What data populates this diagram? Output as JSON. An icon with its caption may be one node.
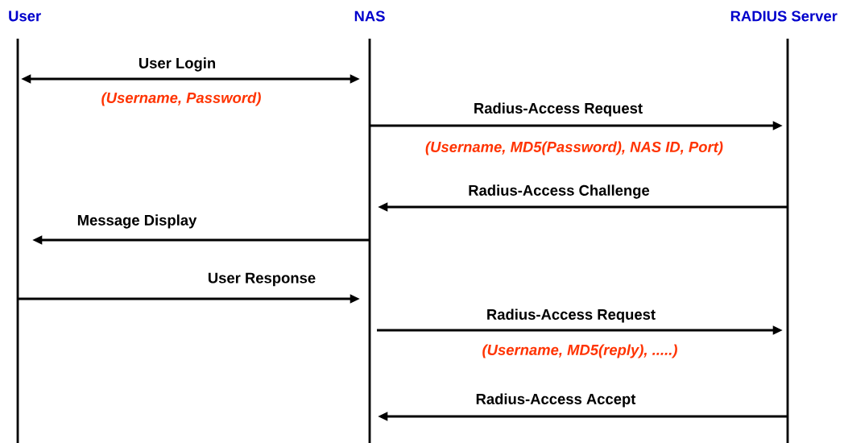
{
  "diagram": {
    "nodes": [
      {
        "text": [
          "User"
        ]
      },
      {
        "text": [
          "NAS"
        ]
      },
      {
        "text": [
          "RADIUS Server"
        ]
      }
    ],
    "edges": [
      {
        "from": 0,
        "to": 1,
        "arrow": "both",
        "label": "User Login"
      },
      {
        "from": 1,
        "to": 2,
        "arrow": "to",
        "label": "Radius-Access Request"
      },
      {
        "from": 2,
        "to": 1,
        "arrow": "to",
        "label": "Radius-Access Challenge"
      },
      {
        "from": 1,
        "to": 0,
        "arrow": "to",
        "label": "Message Display"
      },
      {
        "from": 0,
        "to": 1,
        "arrow": "to",
        "label": "User Response"
      },
      {
        "from": 1,
        "to": 2,
        "arrow": "to",
        "label": "Radius-Access Request"
      },
      {
        "from": 2,
        "to": 1,
        "arrow": "to",
        "label": "Radius-Access Accept"
      }
    ],
    "labels": [
      "(Username, Password)",
      "(Username, MD5(Password), NAS ID, Port)",
      "(Username, MD5(reply), .....)"
    ]
  }
}
